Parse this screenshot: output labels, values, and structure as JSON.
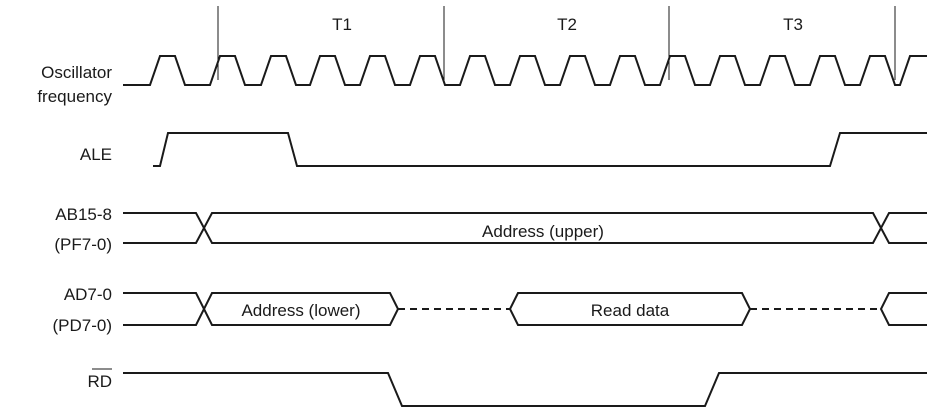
{
  "periods": [
    "T1",
    "T2",
    "T3"
  ],
  "signals": {
    "osc_line1": "Oscillator",
    "osc_line2": "frequency",
    "ale": "ALE",
    "ab_line1": "AB15-8",
    "ab_line2": "(PF7-0)",
    "ad_line1": "AD7-0",
    "ad_line2": "(PD7-0)",
    "rd": "RD"
  },
  "bus_labels": {
    "address_upper": "Address (upper)",
    "address_lower": "Address (lower)",
    "read_data": "Read data"
  }
}
